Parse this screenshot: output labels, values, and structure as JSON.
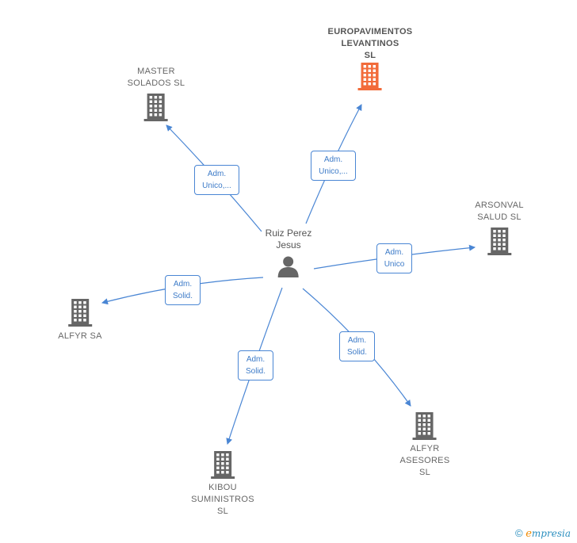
{
  "center": {
    "name_line1": "Ruiz Perez",
    "name_line2": "Jesus",
    "icon": "person-icon"
  },
  "companies": [
    {
      "id": "europavimentos",
      "lines": [
        "EUROPAVIMENTOS",
        "LEVANTINOS",
        "SL"
      ],
      "color": "#f26b3a",
      "highlight": true
    },
    {
      "id": "master",
      "lines": [
        "MASTER",
        "SOLADOS SL"
      ],
      "color": "#666666"
    },
    {
      "id": "arsonval",
      "lines": [
        "ARSONVAL",
        "SALUD SL"
      ],
      "color": "#666666"
    },
    {
      "id": "alfyr-sa",
      "lines": [
        "ALFYR SA"
      ],
      "color": "#666666"
    },
    {
      "id": "kibou",
      "lines": [
        "KIBOU",
        "SUMINISTROS",
        "SL"
      ],
      "color": "#666666"
    },
    {
      "id": "alfyr-asesores",
      "lines": [
        "ALFYR",
        "ASESORES",
        "SL"
      ],
      "color": "#666666"
    }
  ],
  "relations": [
    {
      "to": "europavimentos",
      "label_line1": "Adm.",
      "label_line2": "Unico,..."
    },
    {
      "to": "master",
      "label_line1": "Adm.",
      "label_line2": "Unico,..."
    },
    {
      "to": "arsonval",
      "label_line1": "Adm.",
      "label_line2": "Unico"
    },
    {
      "to": "alfyr-sa",
      "label_line1": "Adm.",
      "label_line2": "Solid."
    },
    {
      "to": "kibou",
      "label_line1": "Adm.",
      "label_line2": "Solid."
    },
    {
      "to": "alfyr-asesores",
      "label_line1": "Adm.",
      "label_line2": "Solid."
    }
  ],
  "brand": {
    "copyright": "©",
    "initial": "e",
    "rest": "mpresia"
  },
  "colors": {
    "edge": "#4a86d4",
    "building": "#666666",
    "building_highlight": "#f26b3a",
    "person": "#666666"
  }
}
